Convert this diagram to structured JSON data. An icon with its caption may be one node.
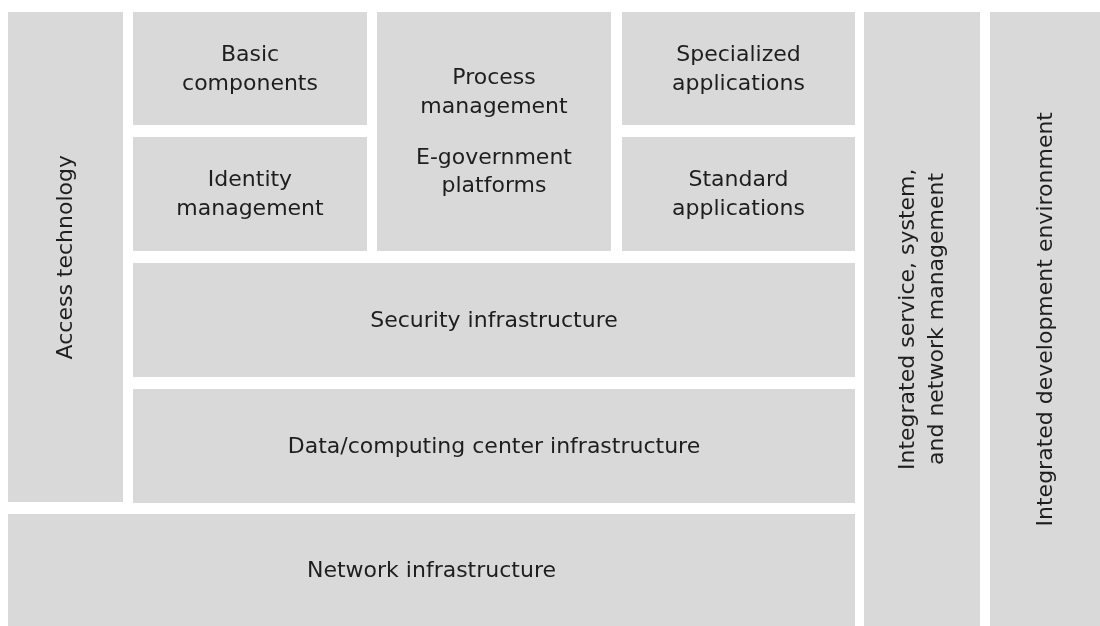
{
  "diagram": {
    "nodes": [
      {
        "text": [
          "Access technology"
        ]
      },
      {
        "text": [
          "Basic components"
        ]
      },
      {
        "text": [
          "Process management",
          "E-government platforms"
        ]
      },
      {
        "text": [
          "Specialized applications"
        ]
      },
      {
        "text": [
          "Identity management"
        ]
      },
      {
        "text": [
          "Standard applications"
        ]
      },
      {
        "text": [
          "Security infrastructure"
        ]
      },
      {
        "text": [
          "Data/computing center infrastructure"
        ]
      },
      {
        "text": [
          "Network infrastructure"
        ]
      },
      {
        "text": [
          "Integrated service, system, and network management"
        ]
      },
      {
        "text": [
          "Integrated development environment"
        ]
      }
    ]
  }
}
